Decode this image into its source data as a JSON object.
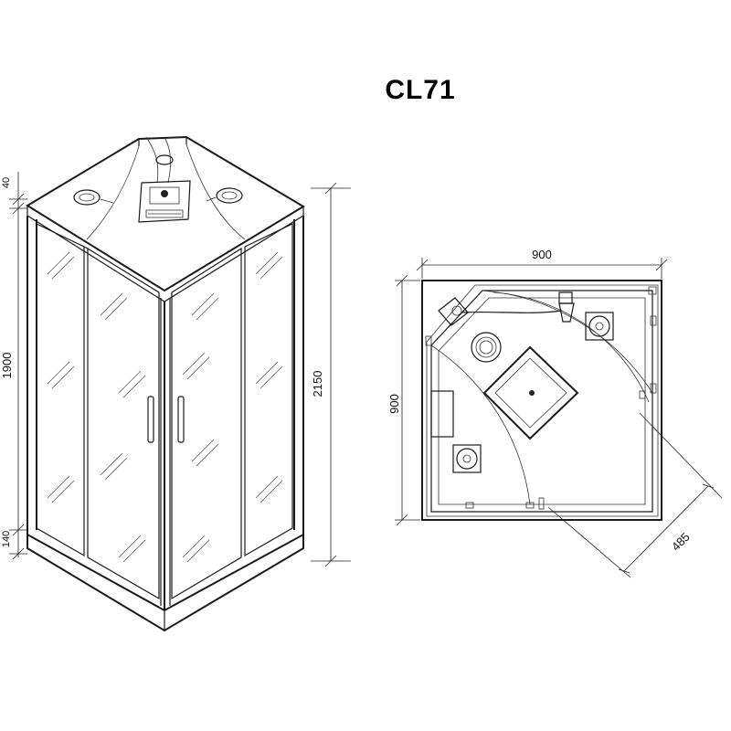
{
  "title": "CL71",
  "dimensions": {
    "top_gap": "40",
    "cabin_height": "1900",
    "base_height": "140",
    "total_height": "2150",
    "plan_width": "900",
    "plan_depth": "900",
    "door_radius": "485"
  },
  "colors": {
    "line": "#1a1a1a",
    "background": "#ffffff"
  }
}
